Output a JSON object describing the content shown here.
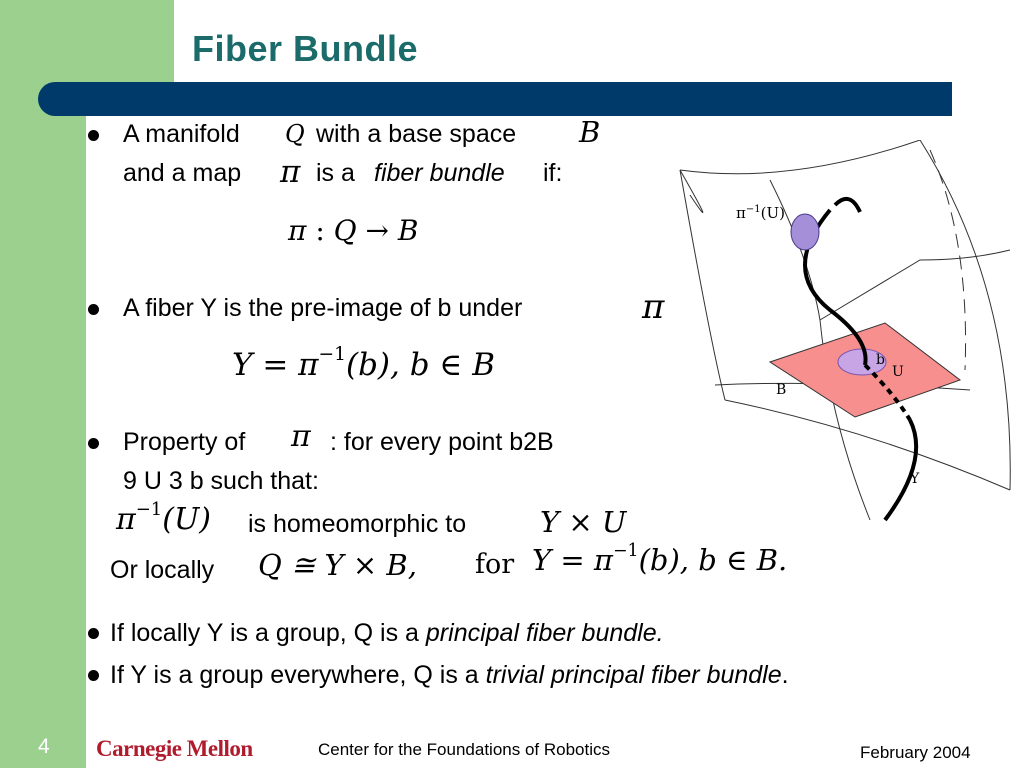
{
  "title": "Fiber Bundle",
  "bullets": {
    "b1": {
      "part1": "A manifold",
      "math_q": "Q",
      "part2": "with a base space",
      "math_b": "B",
      "part3": "and a map",
      "math_pi": "π",
      "part4": "is a",
      "italic": "fiber bundle",
      "part5": "if:"
    },
    "map_eq": {
      "pi": "π",
      "colon": ":",
      "q": "Q",
      "arrow": "→",
      "b": "B"
    },
    "b2": {
      "text": "A fiber Y is the pre-image of b under",
      "math_pi": "π"
    },
    "fiber_eq": {
      "y": "Y",
      "eq": "=",
      "pi": "π",
      "sup": "−1",
      "rest": "(b), b ∈ B"
    },
    "b3": {
      "part1": "Property of",
      "math_pi": "π",
      "part2": ": for every point b2B",
      "line2": "9 U 3 b such that:",
      "homeo_lhs": "π",
      "homeo_sup": "−1",
      "homeo_arg": "(U)",
      "homeo_text": "is homeomorphic to",
      "homeo_rhs": "Y × U",
      "locally_text": "Or locally",
      "locally_math": "Q ≅ Y × B,",
      "locally_for": "for",
      "locally_eq_y": "Y = π",
      "locally_eq_sup": "−1",
      "locally_eq_rest": "(b), b ∈ B."
    },
    "b4": {
      "part1": "If locally Y is a group, Q is a",
      "italic": "principal fiber bundle."
    },
    "b5": {
      "part1": "If Y is a group everywhere, Q is a",
      "italic": "trivial principal fiber bundle",
      "end": "."
    }
  },
  "diagram": {
    "label_preimage": "π",
    "label_preimage_sup": "−1",
    "label_preimage_arg": "(U)",
    "label_b_point": "b",
    "label_u": "U",
    "label_b_base": "B",
    "label_y": "Y",
    "plane_color": "#f78f8f",
    "ellipse_color": "#a58fd8"
  },
  "footer": {
    "page": "4",
    "logo": "Carnegie Mellon",
    "center": "Center for the Foundations of Robotics",
    "date": "February 2004"
  },
  "colors": {
    "sidebar": "#9bd08f",
    "banner": "#003a6b",
    "title": "#1b6b6b",
    "logo": "#b01c2e"
  }
}
